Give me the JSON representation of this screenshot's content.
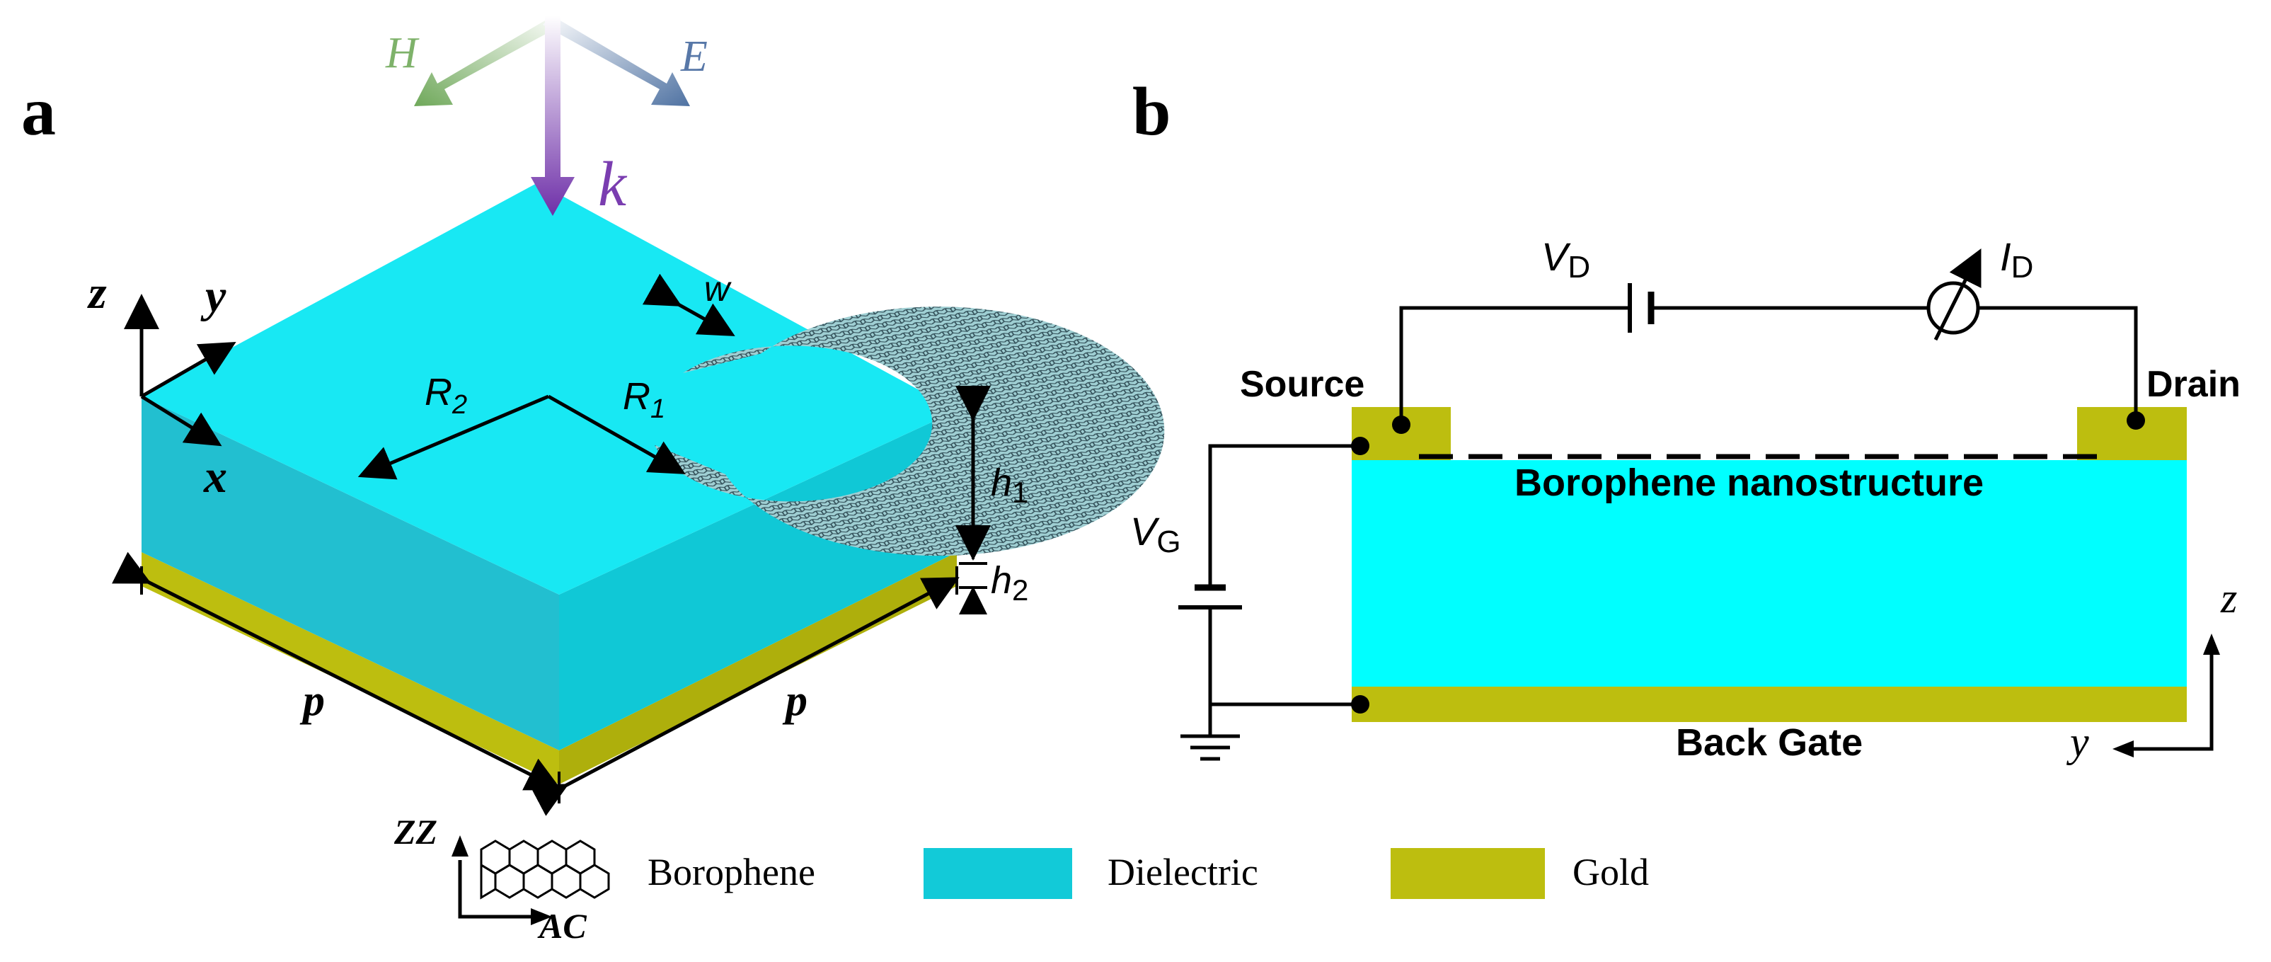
{
  "panels": {
    "a": {
      "label": "a",
      "wave": {
        "h": "H",
        "e": "E",
        "k": "k"
      },
      "axes": {
        "z": "z",
        "y": "y",
        "x": "x"
      },
      "dims": {
        "r2": "R",
        "r2_sub": "2",
        "r1": "R",
        "r1_sub": "1",
        "w": "w",
        "h1": "h",
        "h1_sub": "1",
        "h2": "h",
        "h2_sub": "2",
        "p_left": "p",
        "p_right": "p"
      }
    },
    "b": {
      "label": "b",
      "vd": "V",
      "vd_sub": "D",
      "id": "I",
      "id_sub": "D",
      "vg": "V",
      "vg_sub": "G",
      "source": "Source",
      "drain": "Drain",
      "nanostructure": "Borophene nanostructure",
      "back_gate": "Back Gate",
      "axis_z": "z",
      "axis_y": "y"
    }
  },
  "legend": {
    "zz": "ZZ",
    "ac": "AC",
    "items": [
      {
        "label": "Borophene"
      },
      {
        "label": "Dielectric",
        "color": "#12CAD8"
      },
      {
        "label": "Gold",
        "color": "#BDBE0F"
      }
    ]
  },
  "colors": {
    "dielectric_top": "#18E8F3",
    "dielectric_left": "#22BFD0",
    "dielectric_right": "#10C8D6",
    "gold": "#BDBE0F",
    "cyan_b": "#00FFFF",
    "h_arrow": "#7EB26A",
    "e_arrow": "#5878A8",
    "k_arrow": "#7A3DB0"
  }
}
